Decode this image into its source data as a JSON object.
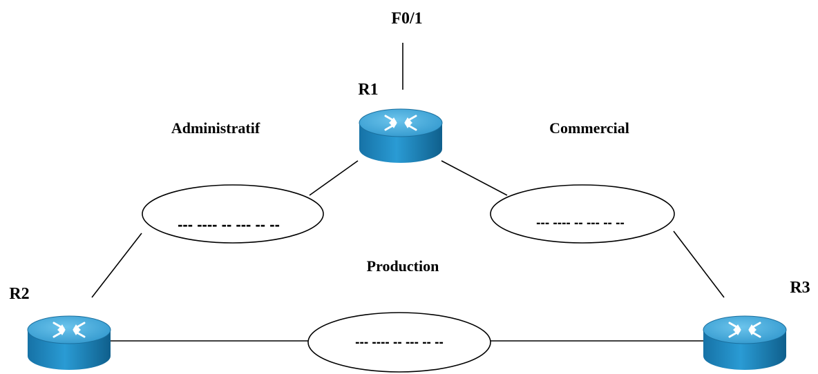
{
  "routers": [
    {
      "id": "r1",
      "label": "R1"
    },
    {
      "id": "r2",
      "label": "R2"
    },
    {
      "id": "r3",
      "label": "R3"
    }
  ],
  "interface_label": "F0/1",
  "networks": [
    {
      "id": "administratif",
      "name": "Administratif",
      "address": "--- ---- -- --- -- --"
    },
    {
      "id": "commercial",
      "name": "Commercial",
      "address": "--- ---- -- --- -- --"
    },
    {
      "id": "production",
      "name": "Production",
      "address": "--- ---- -- --- -- --"
    }
  ],
  "colors": {
    "router_top": "#3fa8d8",
    "router_side": "#1b7fb5",
    "router_edge": "#0f5f8c",
    "router_arrow": "#ffffff",
    "line": "#000000"
  }
}
